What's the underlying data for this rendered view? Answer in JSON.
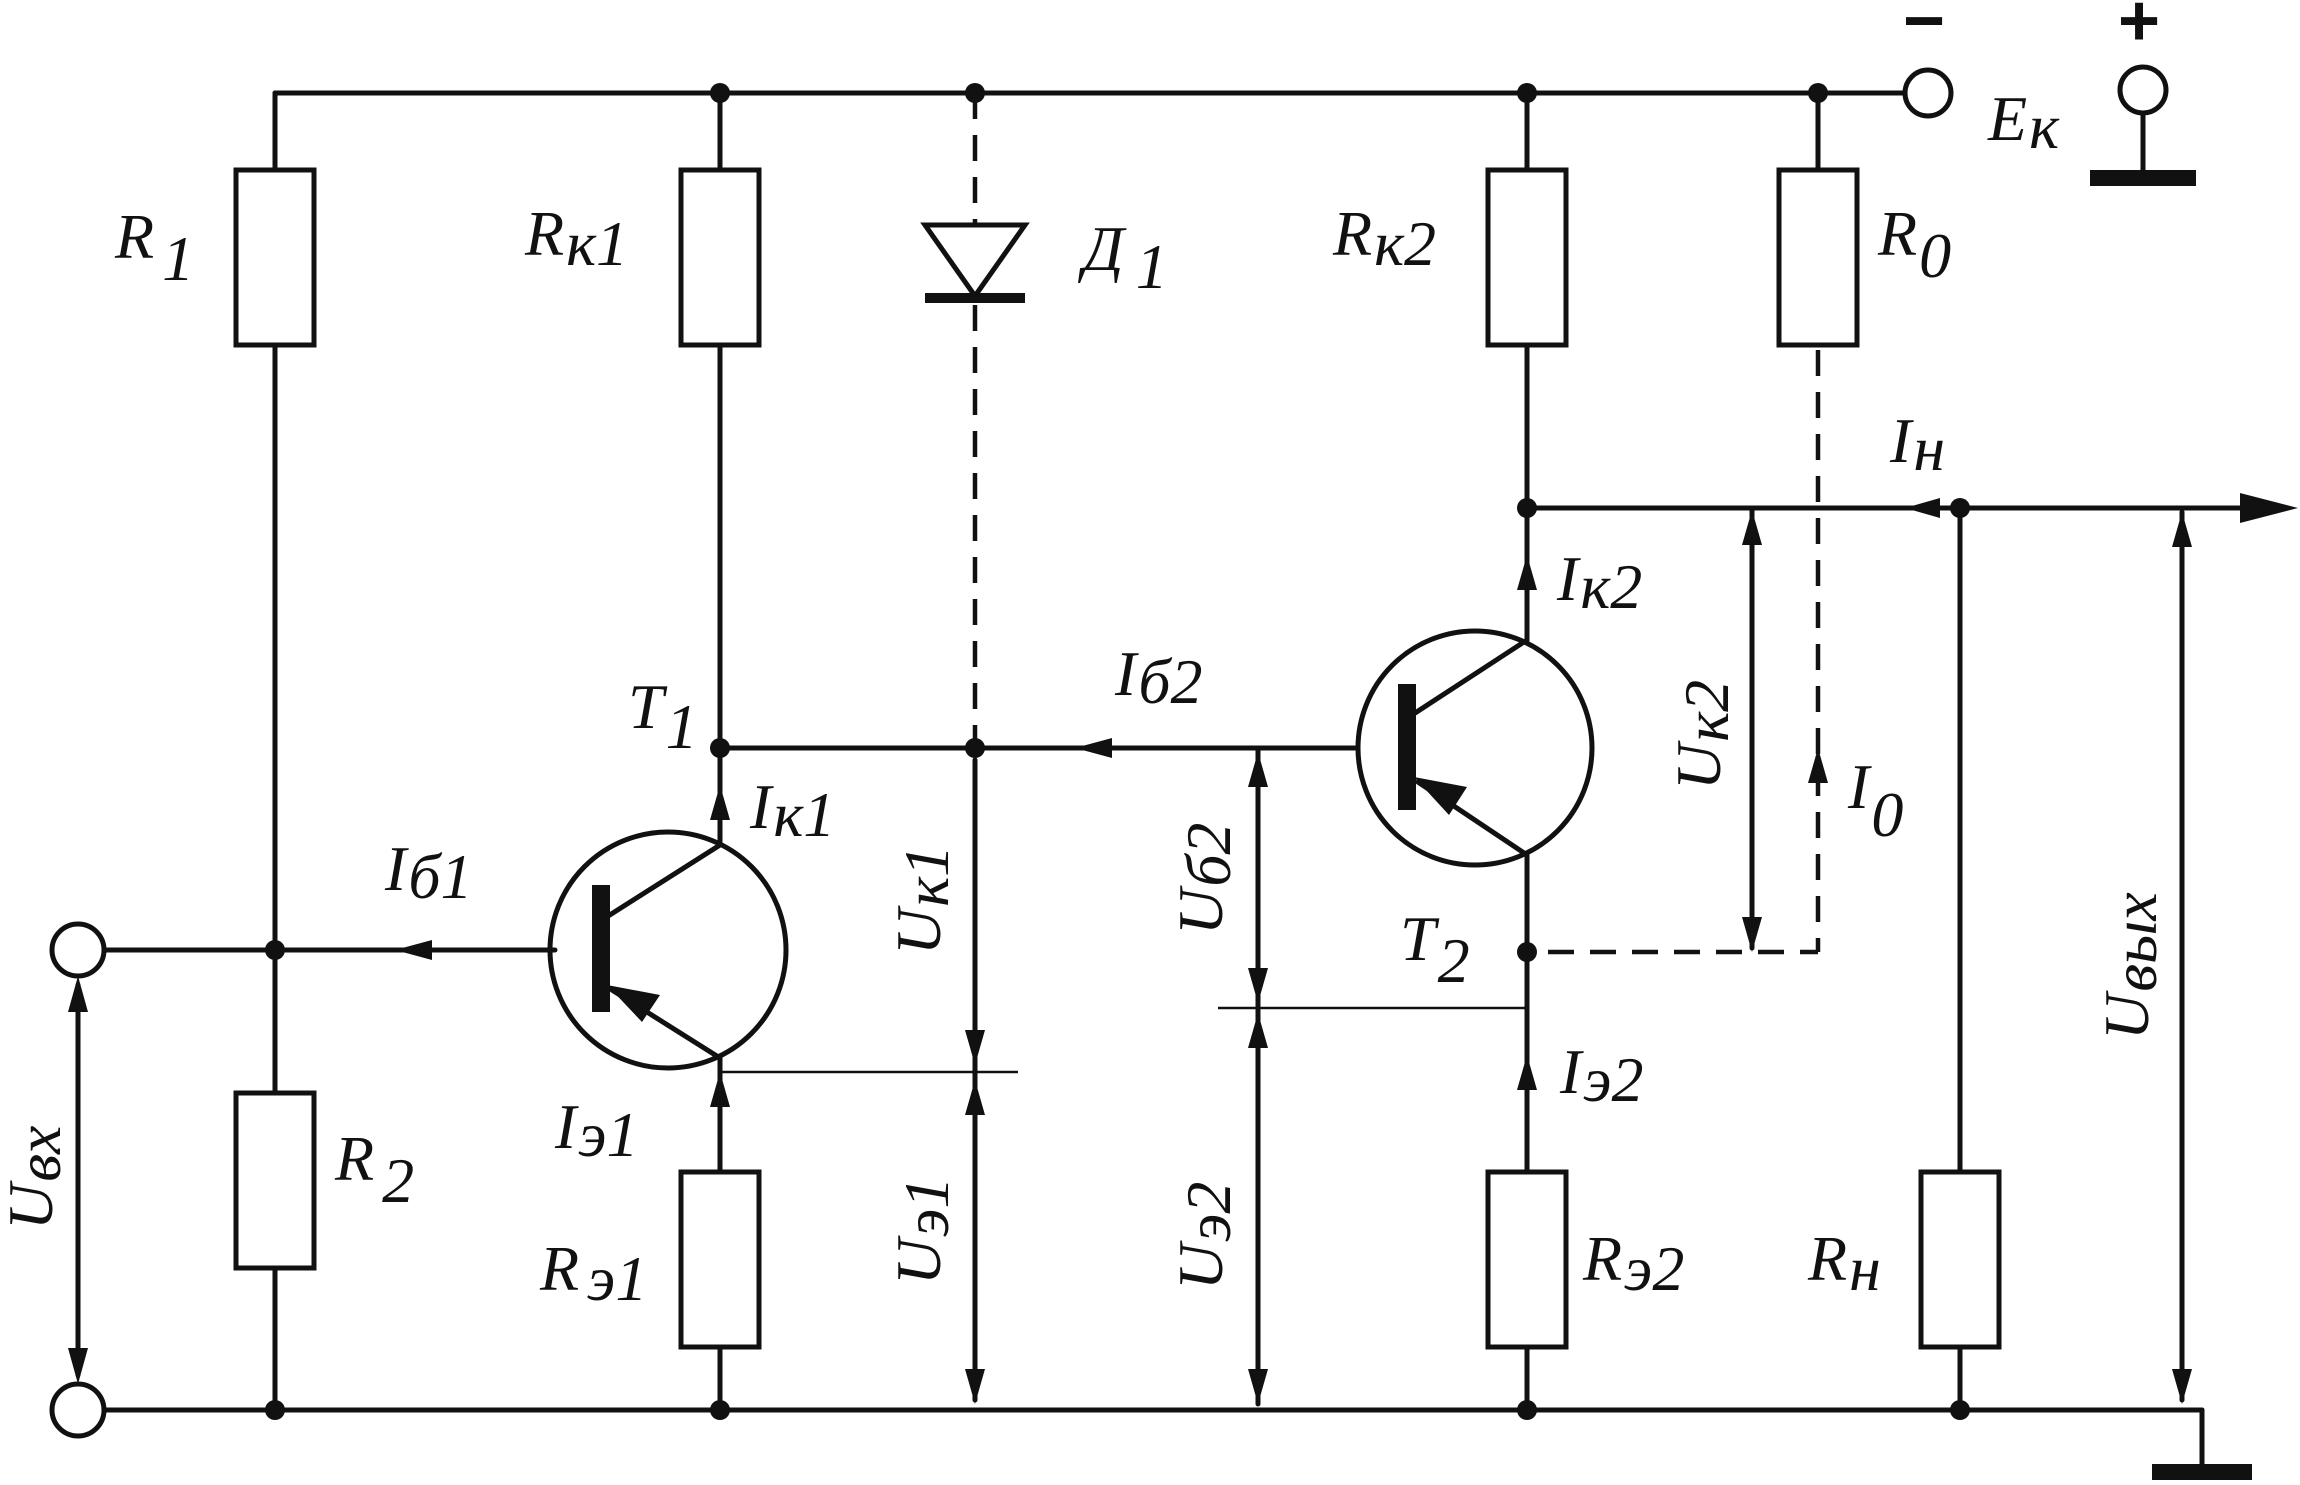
{
  "labels": {
    "R1": {
      "main": "R",
      "sub": "1"
    },
    "R2": {
      "main": "R",
      "sub": "2"
    },
    "Rk1": {
      "main": "R",
      "sub": "к1"
    },
    "Rk2": {
      "main": "R",
      "sub": "к2"
    },
    "R0": {
      "main": "R",
      "sub": "0"
    },
    "Re1": {
      "main": "R",
      "sub": "э1"
    },
    "Re2": {
      "main": "R",
      "sub": "э2"
    },
    "Rn": {
      "main": "R",
      "sub": "н"
    },
    "D1": {
      "main": "Д",
      "sub": "1"
    },
    "Ek": {
      "main": "E",
      "sub": "к"
    },
    "T1": {
      "main": "T",
      "sub": "1"
    },
    "T2": {
      "main": "T",
      "sub": "2"
    },
    "In": {
      "main": "I",
      "sub": "н"
    },
    "Ik2": {
      "main": "I",
      "sub": "к2"
    },
    "Ik1": {
      "main": "I",
      "sub": "к1"
    },
    "Ib2": {
      "main": "I",
      "sub": "б2"
    },
    "Ib1": {
      "main": "I",
      "sub": "б1"
    },
    "Ie1": {
      "main": "I",
      "sub": "э1"
    },
    "Ie2": {
      "main": "I",
      "sub": "э2"
    },
    "I0": {
      "main": "I",
      "sub": "0"
    },
    "Uk2": {
      "main": "U",
      "sub": "к2"
    },
    "Uk1": {
      "main": "U",
      "sub": "к1"
    },
    "Ub2": {
      "main": "U",
      "sub": "б2"
    },
    "Ue1": {
      "main": "U",
      "sub": "э1"
    },
    "Ue2": {
      "main": "U",
      "sub": "э2"
    },
    "Uvx": {
      "main": "U",
      "sub": "вх"
    },
    "Uvyx": {
      "main": "U",
      "sub": "вых"
    },
    "minus": "−",
    "plus": "+"
  }
}
